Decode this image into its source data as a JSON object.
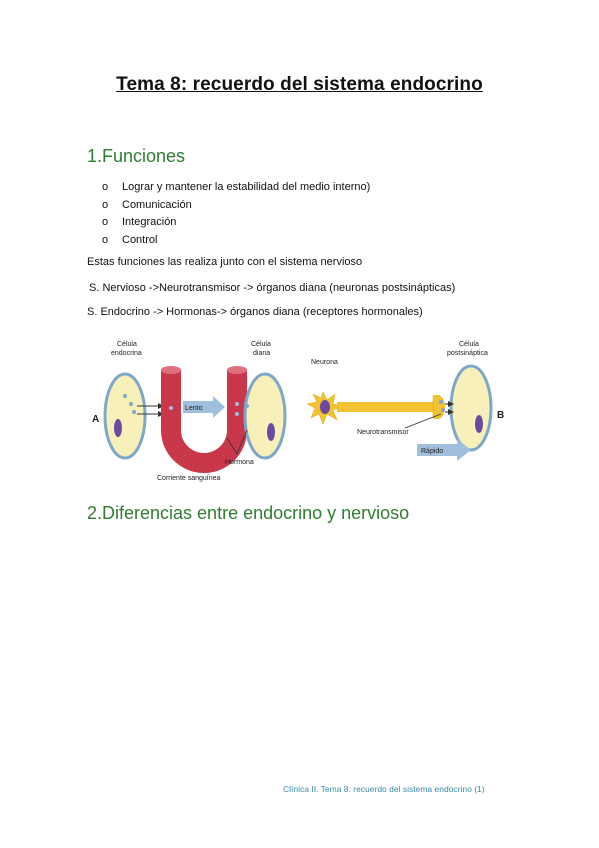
{
  "title": "Tema 8: recuerdo del sistema endocrino",
  "section1": {
    "heading": "1.Funciones",
    "bullet_marker": "o",
    "bullets": [
      "Lograr y mantener la estabilidad del medio interno)",
      "Comunicación",
      "Integración",
      "Control"
    ],
    "paragraph": "Estas funciones las realiza junto con el sistema nervioso",
    "line_nervioso": "S. Nervioso ->Neurotransmisor -> órganos diana (neuronas postsinápticas)",
    "line_endocrino": "S. Endocrino -> Hormonas-> órganos diana (receptores hormonales)"
  },
  "figure": {
    "label_a": "A",
    "label_b": "B",
    "celula_endocrina_1": "Célula",
    "celula_endocrina_2": "endocrina",
    "celula_diana_1": "Célula",
    "celula_diana_2": "diana",
    "lento": "Lento",
    "hormona": "Hormona",
    "corriente": "Corriente sanguínea",
    "neurona": "Neurona",
    "celula_post_1": "Célula",
    "celula_post_2": "postsináptica",
    "neurotransmisor": "Neurotransmisor",
    "rapido": "Rápido",
    "colors": {
      "vessel": "#c8374a",
      "cell_fill": "#f7f0b8",
      "cell_border": "#7fa7c9",
      "nucleus": "#6b4aa0",
      "neuron": "#f2c230",
      "arrow": "#9fbfdc"
    }
  },
  "section2": {
    "heading": "2.Diferencias entre endocrino y nervioso"
  },
  "footer": "Clínica II. Tema 8: recuerdo del sistema endocrino (1)"
}
